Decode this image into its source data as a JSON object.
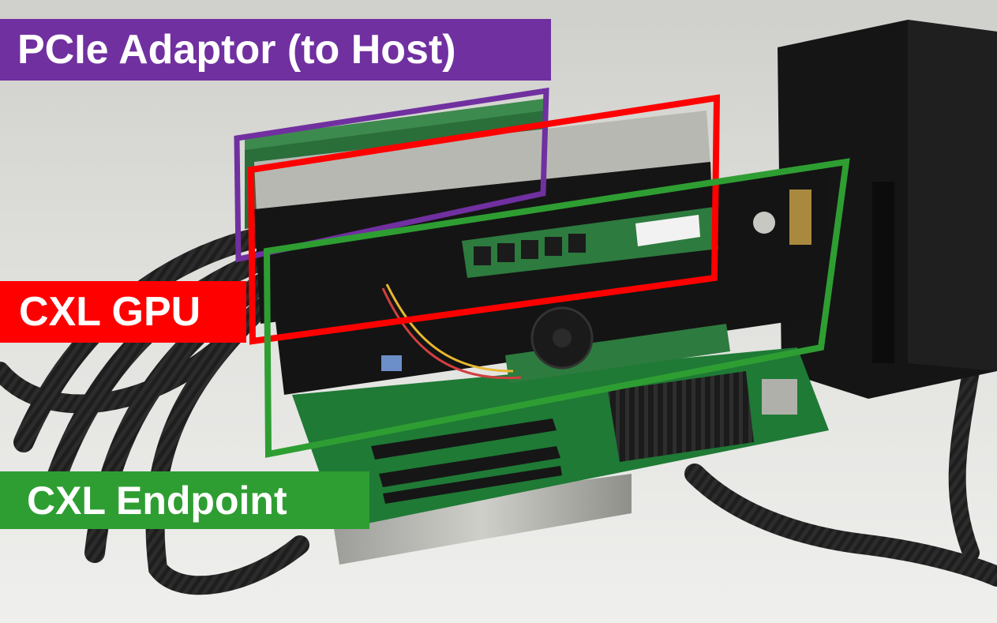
{
  "photo": {
    "subject": "cxl-gpu-hardware-prototype",
    "boards": [
      "pcie-adaptor-card",
      "cxl-gpu-card",
      "cxl-endpoint-board",
      "base-carrier-board"
    ],
    "other_objects": [
      "power-supply-unit",
      "braided-cables",
      "dimm-memory-modules",
      "heatsink"
    ]
  },
  "callouts": [
    {
      "id": "pcie-adaptor",
      "text": "PCIe Adaptor (to Host)",
      "color": "#7030a0"
    },
    {
      "id": "cxl-gpu",
      "text": "CXL GPU",
      "color": "#ff0000"
    },
    {
      "id": "cxl-endpoint",
      "text": "CXL Endpoint",
      "color": "#2e9e32"
    }
  ],
  "colors": {
    "background": "#dcdcd8",
    "pcb_green": "#1f7a35",
    "psu_black": "#161616",
    "cable_black": "#222222"
  }
}
